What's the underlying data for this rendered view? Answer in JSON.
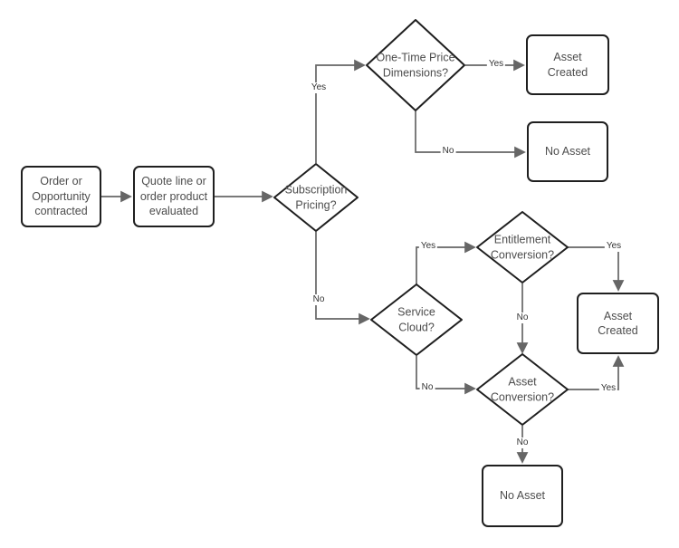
{
  "diagram": {
    "nodes": {
      "order": {
        "label": "Order or\nOpportunity\ncontracted"
      },
      "quote_line": {
        "label": "Quote line or\norder product\nevaluated"
      },
      "subscription_pricing": {
        "label": "Subscription\nPricing?"
      },
      "one_time_price_dimensions": {
        "label": "One-Time Price\nDimensions?"
      },
      "asset_created_top": {
        "label": "Asset\nCreated"
      },
      "no_asset_top": {
        "label": "No Asset"
      },
      "service_cloud": {
        "label": "Service\nCloud?"
      },
      "entitlement_conversion": {
        "label": "Entitlement\nConversion?"
      },
      "asset_conversion": {
        "label": "Asset\nConversion?"
      },
      "asset_created_right": {
        "label": "Asset\nCreated"
      },
      "no_asset_bottom": {
        "label": "No Asset"
      }
    },
    "edge_labels": {
      "subscription_yes": "Yes",
      "subscription_no": "No",
      "one_time_yes": "Yes",
      "one_time_no": "No",
      "service_cloud_yes": "Yes",
      "service_cloud_no": "No",
      "entitlement_yes": "Yes",
      "entitlement_no": "No",
      "asset_conversion_yes": "Yes",
      "asset_conversion_no": "No"
    },
    "colors": {
      "shape_border": "#1f1f1f",
      "connector": "#666666",
      "node_text": "#4d4d4d",
      "edge_label_text": "#333333",
      "background": "#ffffff"
    }
  }
}
